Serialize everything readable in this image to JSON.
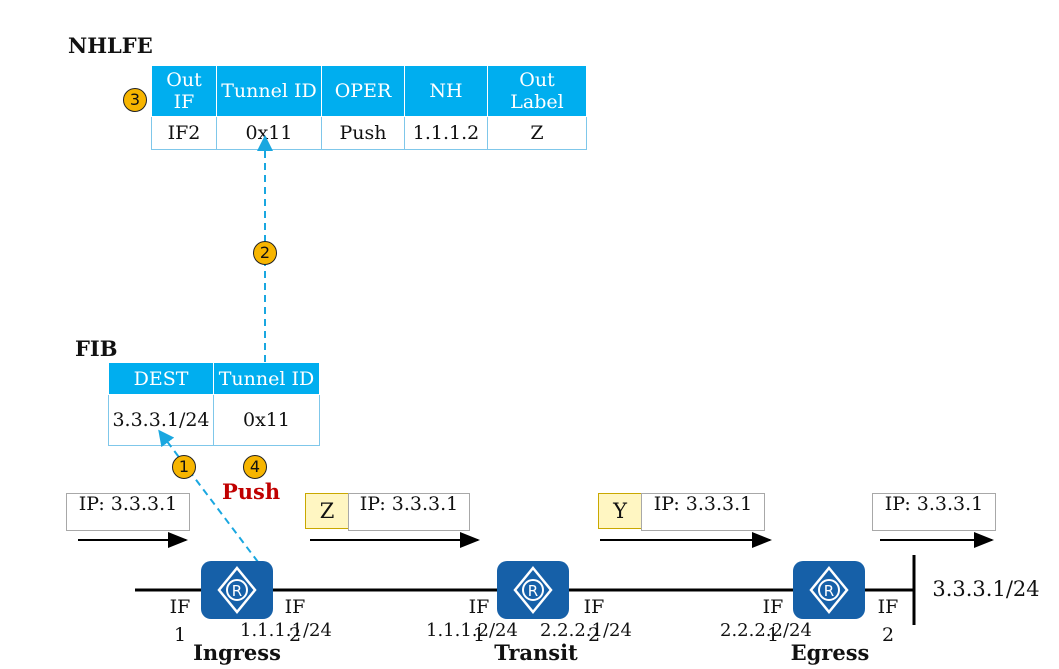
{
  "nhlfe": {
    "title": "NHLFE",
    "headers": [
      "Out IF",
      "Tunnel ID",
      "OPER",
      "NH",
      "Out Label"
    ],
    "row": [
      "IF2",
      "0x11",
      "Push",
      "1.1.1.2",
      "Z"
    ]
  },
  "fib": {
    "title": "FIB",
    "headers": [
      "DEST",
      "Tunnel ID"
    ],
    "row": [
      "3.3.3.1/24",
      "0x11"
    ]
  },
  "steps": [
    "1",
    "2",
    "3",
    "4"
  ],
  "push_label": "Push",
  "packets": [
    {
      "label": "",
      "ip": "IP: 3.3.3.1"
    },
    {
      "label": "Z",
      "ip": "IP: 3.3.3.1"
    },
    {
      "label": "Y",
      "ip": "IP: 3.3.3.1"
    },
    {
      "label": "",
      "ip": "IP: 3.3.3.1"
    }
  ],
  "routers": [
    {
      "name": "Ingress",
      "if_left": "IF 1",
      "if_right": "IF 2"
    },
    {
      "name": "Transit",
      "if_left": "IF 1",
      "if_right": "IF 2"
    },
    {
      "name": "Egress",
      "if_left": "IF 1",
      "if_right": "IF 2"
    }
  ],
  "ip_addrs": [
    "1.1.1.1/24",
    "1.1.1.2/24",
    "2.2.2.1/24",
    "2.2.2.2/24"
  ],
  "dest_network": "3.3.3.1/24",
  "colors": {
    "table_header": "#00aeef",
    "router": "#1660a8",
    "badge": "#f7b500",
    "push": "#c00000",
    "dashed": "#1aa7e0"
  }
}
